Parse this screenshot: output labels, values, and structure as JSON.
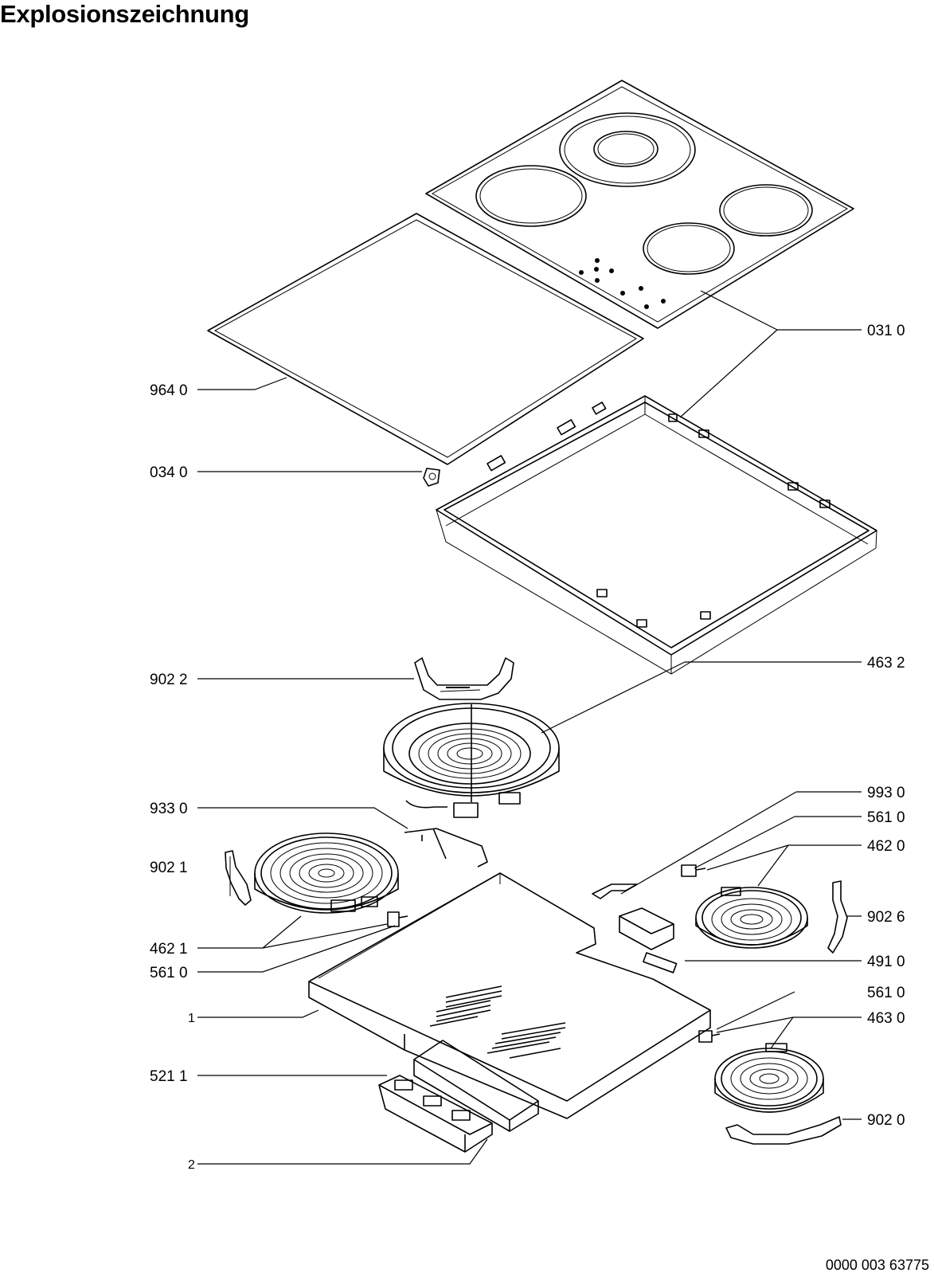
{
  "title": "Explosionszeichnung",
  "document_number": "0000 003 63775",
  "part_labels": {
    "p031_0": "031 0",
    "p964_0": "964 0",
    "p034_0": "034 0",
    "p902_2": "902 2",
    "p463_2": "463 2",
    "p933_0": "933 0",
    "p993_0": "993 0",
    "p561_0_a": "561 0",
    "p462_0": "462 0",
    "p902_1": "902 1",
    "p902_6": "902 6",
    "p462_1": "462 1",
    "p491_0": "491 0",
    "p561_0_b": "561 0",
    "p561_0_c": "561 0",
    "p1": "1",
    "p463_0": "463 0",
    "p521_1": "521 1",
    "p902_0": "902 0",
    "p2": "2"
  }
}
